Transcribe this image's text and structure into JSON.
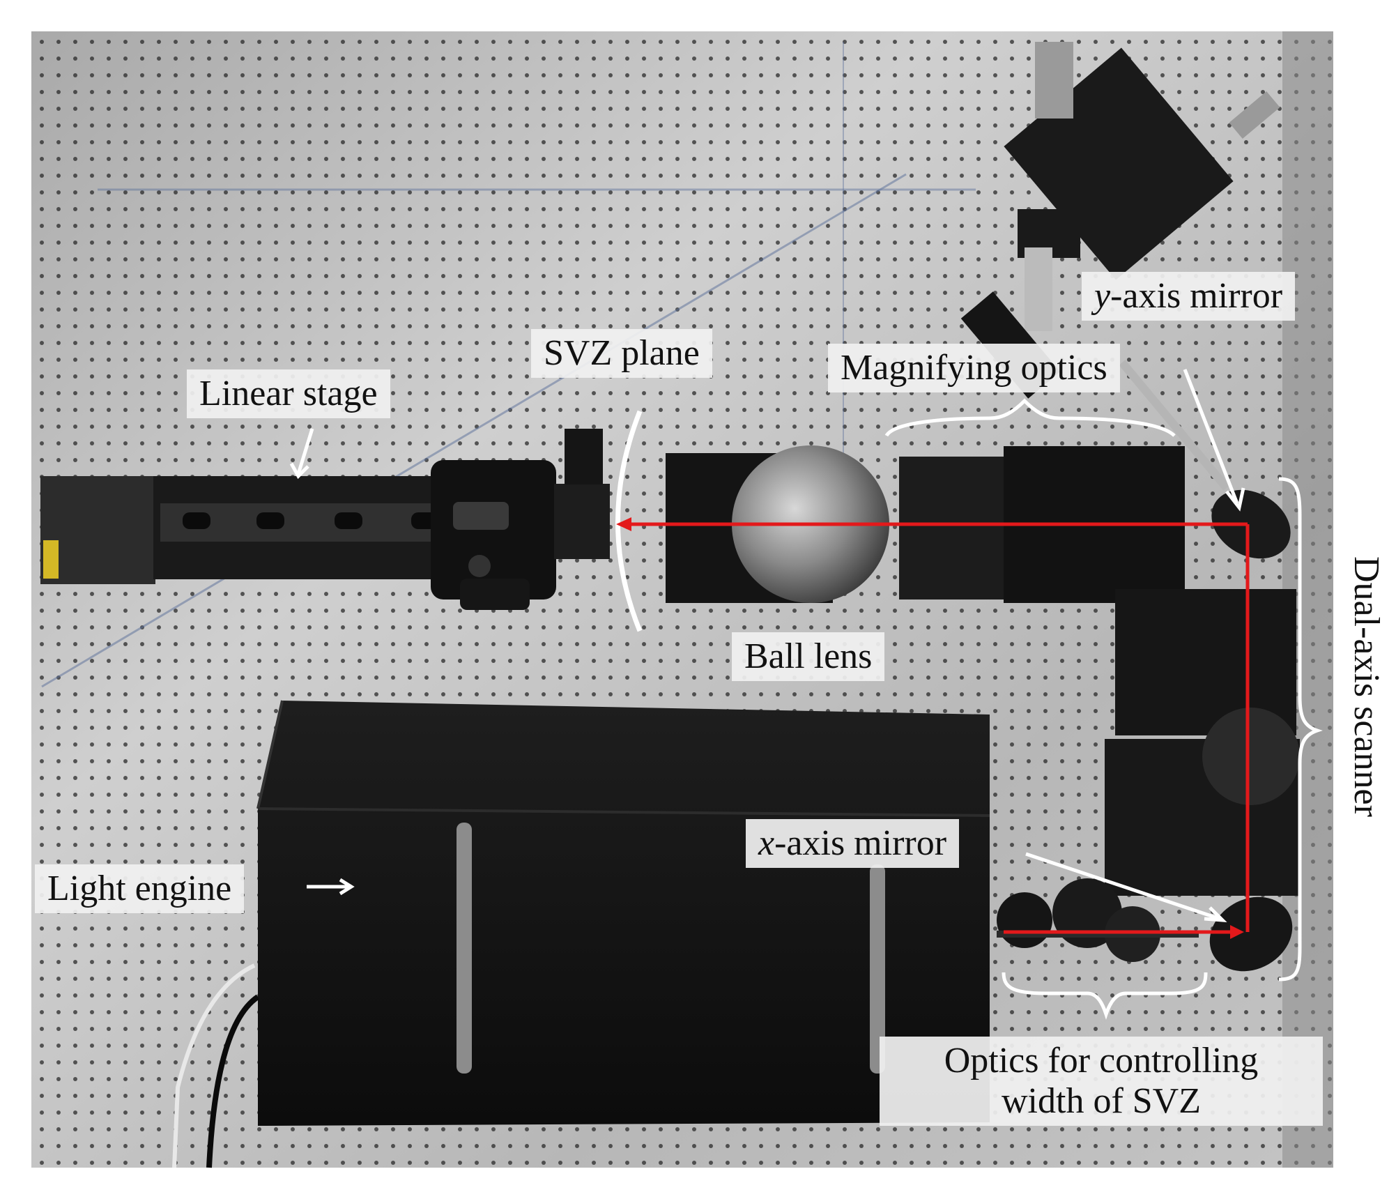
{
  "labels": {
    "linear_stage": "Linear stage",
    "svz_plane": "SVZ plane",
    "magnifying_optics": "Magnifying optics",
    "y_axis_var": "y",
    "y_axis_rest": "-axis mirror",
    "ball_lens": "Ball lens",
    "light_engine": "Light engine",
    "x_axis_var": "x",
    "x_axis_rest": "-axis mirror",
    "optics_line1": "Optics for controlling",
    "optics_line2": "width of SVZ",
    "dual_axis_scanner": "Dual-axis scanner"
  },
  "colors": {
    "beam": "#e3191b",
    "table": "#b9b9b9",
    "hardware": "#141414",
    "label_bg": "#f0f0f0"
  }
}
